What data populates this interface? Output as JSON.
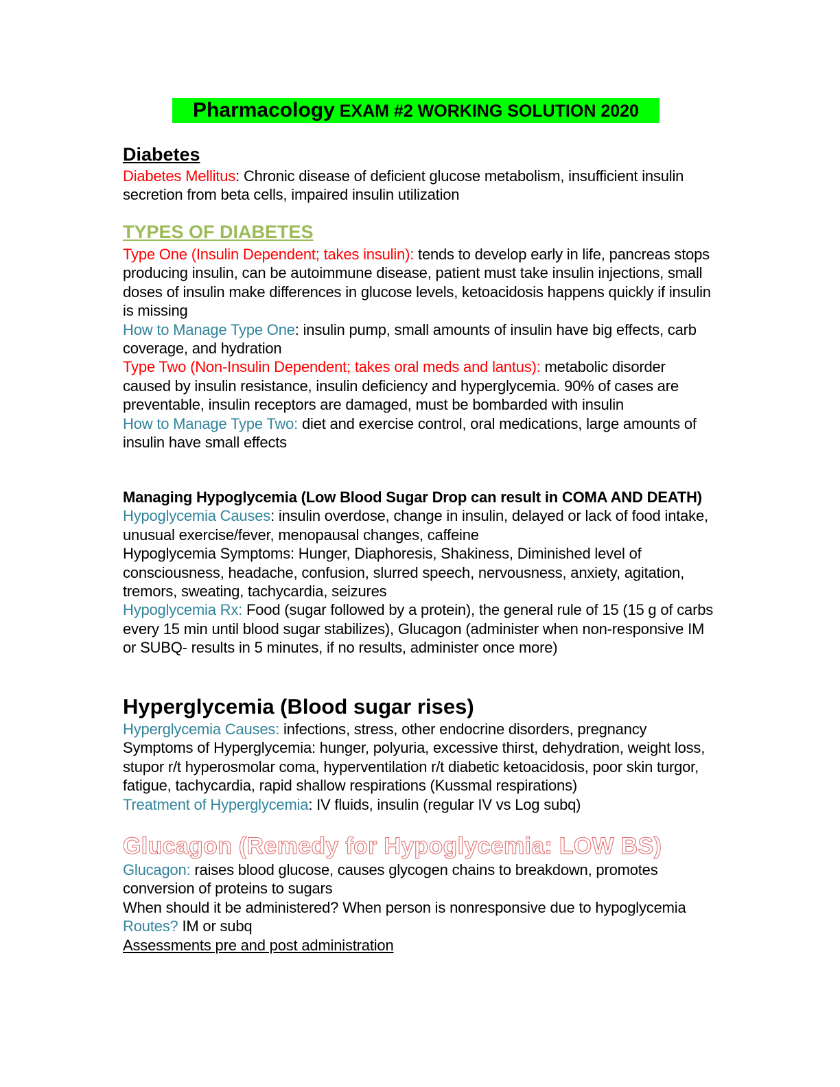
{
  "title": {
    "part1": "Pharmacology",
    "part2": "EXAM #2 WORKING SOLUTION 2020"
  },
  "diabetes": {
    "heading": "Diabetes",
    "mellitus_label": "Diabetes Mellitus",
    "mellitus_text": ": Chronic disease of deficient glucose metabolism, insufficient insulin secretion from beta cells, impaired insulin utilization"
  },
  "types": {
    "heading": "TYPES OF DIABETES",
    "type_one_label": "Type One (Insulin Dependent; takes insulin):",
    "type_one_text": " tends to develop early in life, pancreas stops producing insulin, can be autoimmune disease, patient must take insulin injections, small doses of insulin make differences in glucose levels, ketoacidosis happens quickly if insulin is missing",
    "manage_one_label": "How to Manage Type One",
    "manage_one_text": ": insulin pump, small amounts of insulin have big effects, carb coverage, and hydration",
    "type_two_label": "Type Two (Non-Insulin Dependent; takes oral meds and lantus):",
    "type_two_text": " metabolic disorder caused by insulin resistance, insulin deficiency and hyperglycemia. 90% of cases are preventable, insulin receptors are damaged, must be bombarded with insulin",
    "manage_two_label": "How to Manage Type Two:",
    "manage_two_text": " diet and exercise control, oral medications, large amounts of insulin have small effects"
  },
  "hypo": {
    "heading": "Managing Hypoglycemia (Low Blood Sugar Drop can result in COMA AND DEATH)",
    "causes_label": "Hypoglycemia Causes",
    "causes_text": ": insulin overdose, change in insulin, delayed or lack of food intake, unusual exercise/fever, menopausal changes, caffeine",
    "symptoms_text": "Hypoglycemia Symptoms: Hunger, Diaphoresis, Shakiness, Diminished level of consciousness, headache, confusion, slurred speech, nervousness, anxiety, agitation, tremors, sweating, tachycardia, seizures",
    "rx_label": "Hypoglycemia Rx:",
    "rx_text": " Food (sugar followed by a protein), the general rule of 15 (15 g of carbs every 15 min until blood sugar stabilizes), Glucagon (administer when non-responsive IM or SUBQ- results in 5 minutes, if no results, administer once more)"
  },
  "hyper": {
    "heading": "Hyperglycemia (Blood sugar rises)",
    "causes_label": "Hyperglycemia Causes:",
    "causes_text": " infections, stress, other endocrine disorders, pregnancy",
    "symptoms_text": "Symptoms of Hyperglycemia: hunger, polyuria, excessive thirst, dehydration, weight loss, stupor r/t hyperosmolar coma, hyperventilation r/t diabetic ketoacidosis, poor skin turgor, fatigue, tachycardia, rapid shallow respirations (Kussmal respirations)",
    "treatment_label": "Treatment of Hyperglycemia",
    "treatment_text": ": IV fluids, insulin (regular IV vs Log subq)"
  },
  "glucagon": {
    "heading": "Glucagon (Remedy for Hypoglycemia: LOW BS)",
    "def_label": "Glucagon:",
    "def_text": " raises blood glucose, causes glycogen chains to breakdown, promotes conversion of proteins to sugars",
    "when_text": "When should it be administered? When person is nonresponsive due to hypoglycemia",
    "routes_label": "Routes?",
    "routes_text": " IM or subq",
    "assess_text": "Assessments pre and post administration"
  },
  "colors": {
    "highlight": "#00ff00",
    "red": "#ff0000",
    "teal": "#31849b",
    "olive": "#9bbb59",
    "outline": "#e06666"
  }
}
